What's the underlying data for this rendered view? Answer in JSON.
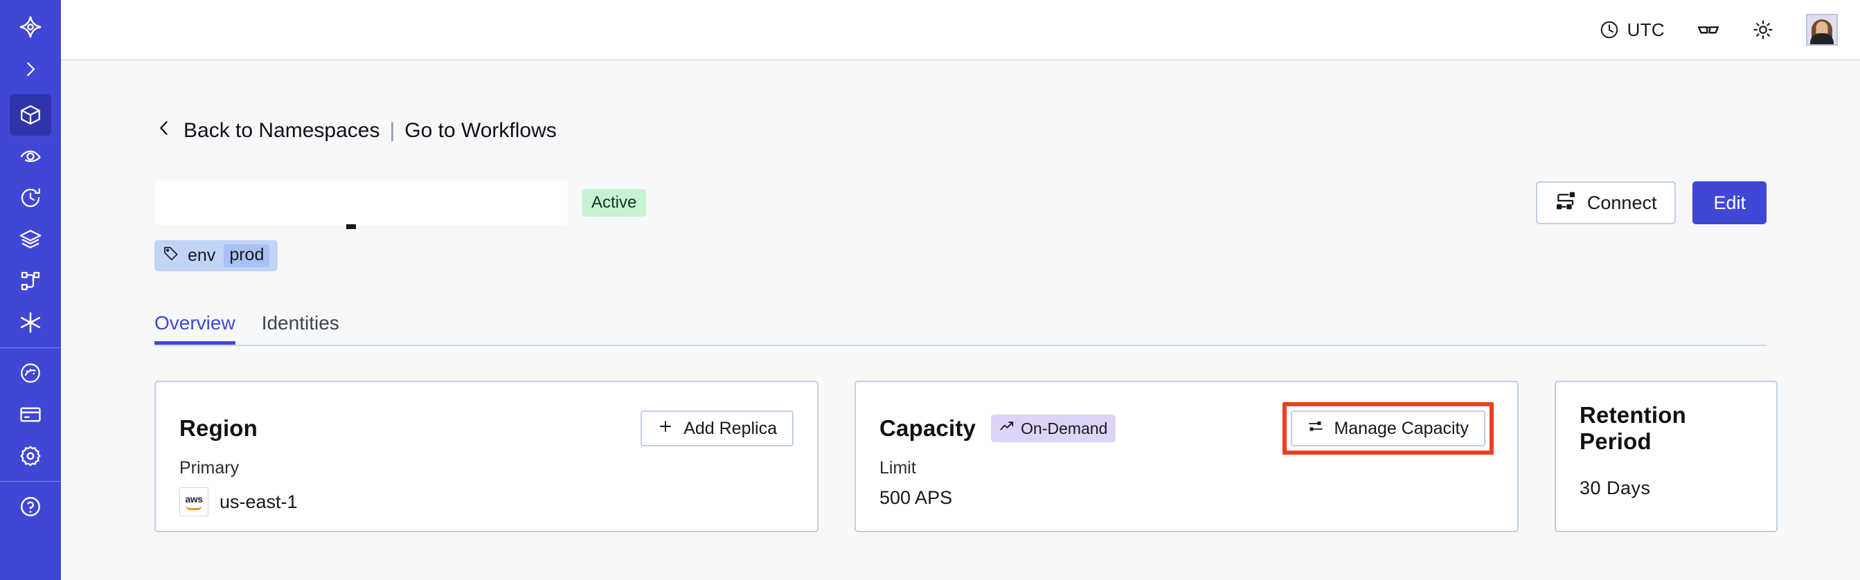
{
  "theme": {
    "sidebar_bg": "#4147d5",
    "accent": "#4147d5",
    "page_bg": "#f7f8fa",
    "card_border": "#c3cde4",
    "highlight_red": "#e8411e",
    "badge_active_bg": "#c8f2d4",
    "badge_ondemand_bg": "#ded4f8",
    "tag_chip_bg": "#c2d3f8"
  },
  "sidebar": {
    "items": [
      {
        "name": "logo",
        "icon": "temporal-logo-icon",
        "active": false
      },
      {
        "name": "expand",
        "icon": "chevron-right-icon",
        "active": false
      },
      {
        "name": "namespaces",
        "icon": "cube-icon",
        "active": true
      },
      {
        "name": "observability",
        "icon": "eye-icon",
        "active": false
      },
      {
        "name": "history",
        "icon": "clock-history-icon",
        "active": false
      },
      {
        "name": "schedules",
        "icon": "layers-icon",
        "active": false
      },
      {
        "name": "workflows",
        "icon": "sitemap-icon",
        "active": false
      },
      {
        "name": "nexus",
        "icon": "asterisk-icon",
        "active": false
      },
      {
        "name": "usage",
        "icon": "gauge-icon",
        "active": false
      },
      {
        "name": "billing",
        "icon": "credit-card-icon",
        "active": false
      },
      {
        "name": "settings",
        "icon": "gear-icon",
        "active": false
      },
      {
        "name": "help",
        "icon": "help-circle-icon",
        "active": false
      }
    ]
  },
  "topbar": {
    "timezone": "UTC",
    "clock_icon": "clock-icon",
    "glasses_icon": "glasses-icon",
    "theme_icon": "sun-icon",
    "avatar_alt": "user-avatar"
  },
  "breadcrumb": {
    "back_icon": "chevron-left-icon",
    "back_label": "Back to Namespaces",
    "separator": "|",
    "forward_label": "Go to Workflows"
  },
  "header": {
    "namespace_title": "",
    "status_badge": "Active",
    "tag": {
      "icon": "tag-icon",
      "key": "env",
      "value": "prod"
    },
    "actions": {
      "connect_label": "Connect",
      "connect_icon": "connect-flow-icon",
      "edit_label": "Edit"
    }
  },
  "tabs": [
    {
      "label": "Overview",
      "active": true
    },
    {
      "label": "Identities",
      "active": false
    }
  ],
  "cards": {
    "region": {
      "title": "Region",
      "action_label": "Add Replica",
      "action_icon": "plus-icon",
      "sub_label": "Primary",
      "provider_icon": "aws-logo-icon",
      "provider_text": "aws",
      "value": "us-east-1"
    },
    "capacity": {
      "title": "Capacity",
      "badge_label": "On-Demand",
      "badge_icon": "trending-up-icon",
      "action_label": "Manage Capacity",
      "action_icon": "sliders-icon",
      "action_highlighted": true,
      "sub_label": "Limit",
      "value": "500 APS"
    },
    "retention": {
      "title": "Retention Period",
      "value": "30 Days"
    }
  }
}
